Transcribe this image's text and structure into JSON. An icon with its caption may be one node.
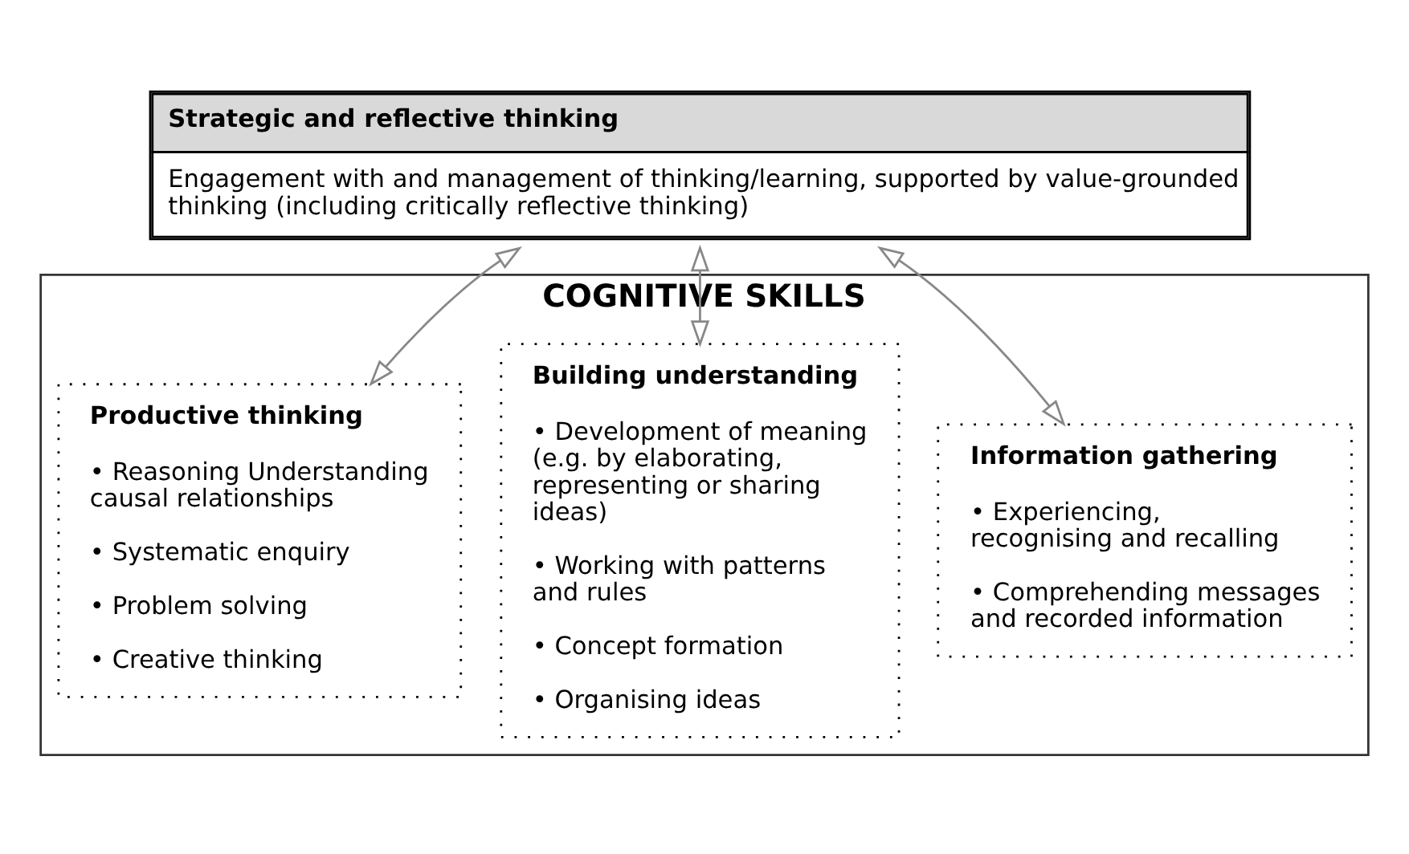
{
  "diagram": {
    "nodes": [
      {
        "text": [
          "Strategic and reflective thinking",
          "Engagement with and management of thinking/learning, supported by value-grounded thinking (including critically reflective thinking)"
        ]
      },
      {
        "text": [
          "COGNITIVE SKILLS"
        ]
      },
      {
        "text": [
          "Information gathering",
          "• Experiencing, recognising and recalling",
          "• Comprehending messages and recorded information"
        ],
        "in": 1
      },
      {
        "text": [
          "Building understanding",
          "• Development of meaning (e.g. by elaborating, representing or sharing ideas)",
          "• Working with patterns and rules",
          "• Concept formation",
          "• Organising ideas"
        ],
        "in": 1
      },
      {
        "text": [
          "Productive thinking",
          "• Reasoning Understanding causal relationships",
          "• Systematic enquiry",
          "• Problem solving",
          "• Creative thinking"
        ],
        "in": 1
      }
    ],
    "edges": [
      {
        "from": 0,
        "to": 2,
        "arrow": "both"
      },
      {
        "from": 0,
        "to": 3,
        "arrow": "both"
      },
      {
        "from": 0,
        "to": 4,
        "arrow": "both"
      }
    ]
  }
}
